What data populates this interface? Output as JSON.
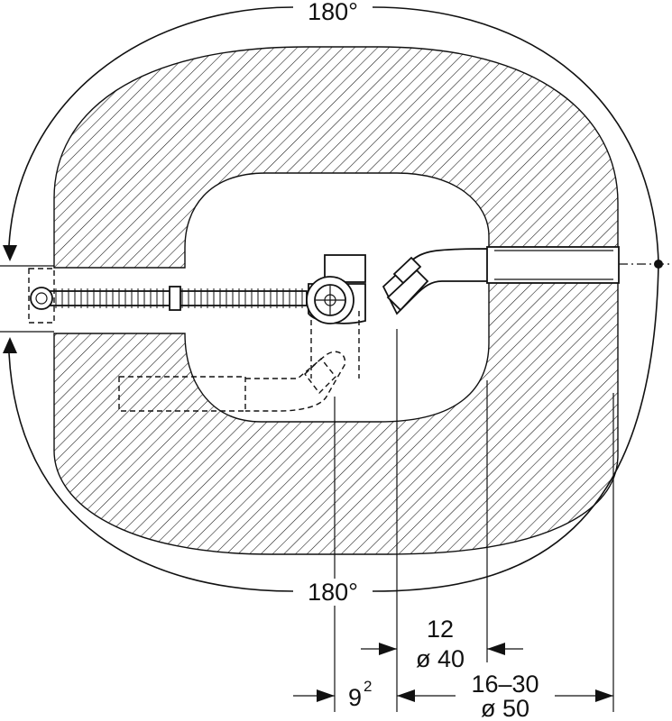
{
  "labels": {
    "angle_top": "180°",
    "angle_bottom": "180°",
    "dim_12": "12",
    "dim_d40": "ø 40",
    "dim_9": "9",
    "dim_9_sup": "2",
    "dim_16_30": "16–30",
    "dim_d50": "ø 50"
  }
}
